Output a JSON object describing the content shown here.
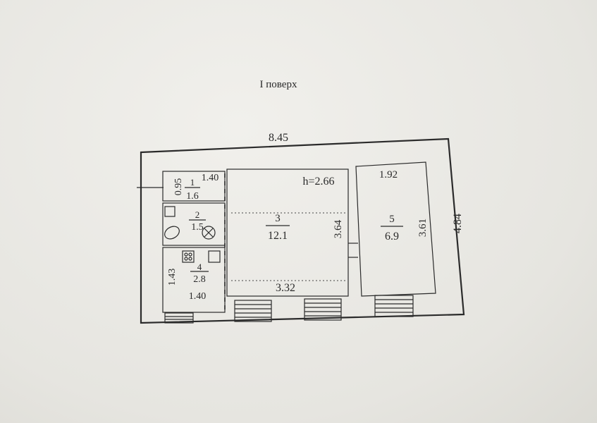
{
  "title": "I поверх",
  "dimensions": {
    "overall_width": "8.45",
    "overall_depth": "4.84",
    "ceiling_height": "h=2.66"
  },
  "rooms": [
    {
      "number": "1",
      "area": "1.6",
      "dim_a": "0.95",
      "dim_b": "1.40"
    },
    {
      "number": "2",
      "area": "1.5"
    },
    {
      "number": "3",
      "area": "12.1",
      "dim_a": "3.64",
      "dim_b": "3.32"
    },
    {
      "number": "4",
      "area": "2.8",
      "dim_a": "1.43",
      "dim_b": "1.40"
    },
    {
      "number": "5",
      "area": "6.9",
      "dim_a": "1.92",
      "dim_b": "3.61"
    }
  ]
}
